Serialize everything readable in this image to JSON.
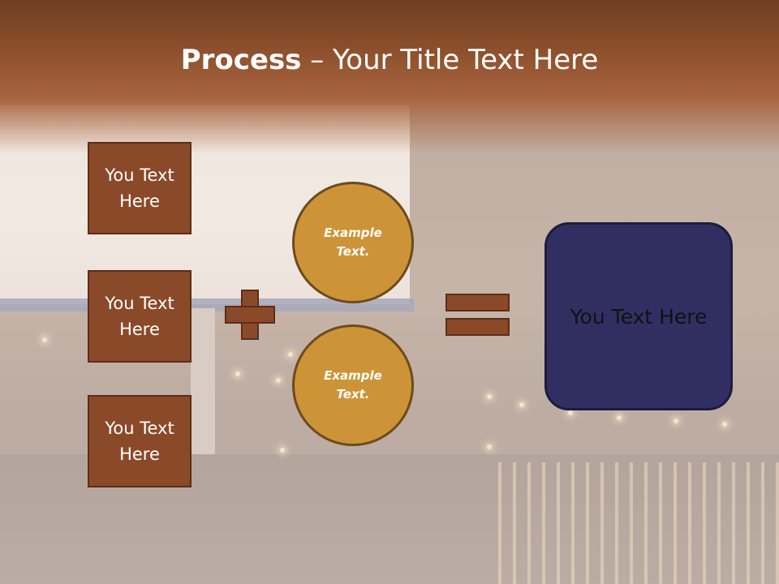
{
  "slide": {
    "title_bold": "Process",
    "title_rest": " – Your Title Text Here"
  },
  "process": {
    "inputs": [
      {
        "label": "You Text Here"
      },
      {
        "label": "You Text Here"
      },
      {
        "label": "You Text Here"
      }
    ],
    "examples": [
      {
        "label": "Example Text."
      },
      {
        "label": "Example Text."
      }
    ],
    "result": {
      "label": "You Text Here"
    }
  },
  "colors": {
    "header": "#8c4f2c",
    "box_fill": "#8a4a2a",
    "circle_fill": "#cc9436",
    "result_fill": "#312f62"
  }
}
